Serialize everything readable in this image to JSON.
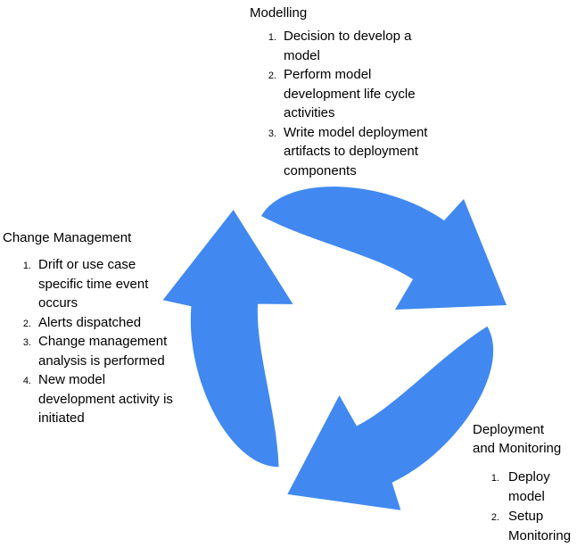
{
  "diagram": {
    "kind": "three-arrow-cycle",
    "background": "#ffffff",
    "arrow_color": "#4189F0",
    "text_color": "#000000",
    "sections": [
      {
        "id": "modelling",
        "title": "Modelling",
        "items": [
          {
            "number": "1.",
            "lines": [
              "Decision to develop a",
              "model"
            ]
          },
          {
            "number": "2.",
            "lines": [
              "Perform model",
              "development life cycle",
              "activities"
            ]
          },
          {
            "number": "3.",
            "lines": [
              "Write model deployment",
              "artifacts to deployment",
              "components"
            ]
          }
        ]
      },
      {
        "id": "change-management",
        "title": "Change Management",
        "items": [
          {
            "number": "1.",
            "lines": [
              "Drift or use case",
              "specific time event",
              "occurs"
            ]
          },
          {
            "number": "2.",
            "lines": [
              "Alerts dispatched"
            ]
          },
          {
            "number": "3.",
            "lines": [
              "Change management",
              "analysis is performed"
            ]
          },
          {
            "number": "4.",
            "lines": [
              "New model",
              "development activity is",
              "initiated"
            ]
          }
        ]
      },
      {
        "id": "deployment-monitoring",
        "title": "Deployment and Monitoring",
        "items": [
          {
            "number": "1.",
            "lines": [
              "Deploy",
              "model"
            ]
          },
          {
            "number": "2.",
            "lines": [
              "Setup",
              "Monitoring"
            ]
          }
        ]
      }
    ]
  }
}
